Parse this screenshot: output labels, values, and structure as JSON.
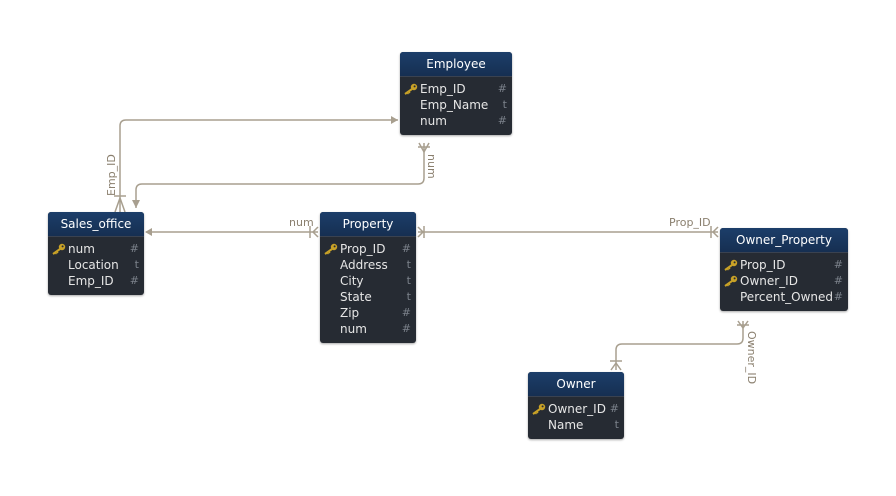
{
  "entities": {
    "employee": {
      "title": "Employee",
      "attrs": [
        {
          "name": "Emp_ID",
          "type": "#",
          "key": true
        },
        {
          "name": "Emp_Name",
          "type": "t",
          "key": false
        },
        {
          "name": "num",
          "type": "#",
          "key": false
        }
      ]
    },
    "sales_office": {
      "title": "Sales_office",
      "attrs": [
        {
          "name": "num",
          "type": "#",
          "key": true
        },
        {
          "name": "Location",
          "type": "t",
          "key": false
        },
        {
          "name": "Emp_ID",
          "type": "#",
          "key": false
        }
      ]
    },
    "property": {
      "title": "Property",
      "attrs": [
        {
          "name": "Prop_ID",
          "type": "#",
          "key": true
        },
        {
          "name": "Address",
          "type": "t",
          "key": false
        },
        {
          "name": "City",
          "type": "t",
          "key": false
        },
        {
          "name": "State",
          "type": "t",
          "key": false
        },
        {
          "name": "Zip",
          "type": "#",
          "key": false
        },
        {
          "name": "num",
          "type": "#",
          "key": false
        }
      ]
    },
    "owner_property": {
      "title": "Owner_Property",
      "attrs": [
        {
          "name": "Prop_ID",
          "type": "#",
          "key": true
        },
        {
          "name": "Owner_ID",
          "type": "#",
          "key": true
        },
        {
          "name": "Percent_Owned",
          "type": "#",
          "key": false
        }
      ]
    },
    "owner": {
      "title": "Owner",
      "attrs": [
        {
          "name": "Owner_ID",
          "type": "#",
          "key": true
        },
        {
          "name": "Name",
          "type": "t",
          "key": false
        }
      ]
    }
  },
  "links": {
    "emp_sales_label": "Emp_ID",
    "sales_emp_label": "num",
    "prop_sales_label": "num",
    "ownprop_prop_label": "Prop_ID",
    "ownprop_owner_label": "Owner_ID"
  },
  "colors": {
    "link": "#a89f8f",
    "header": "#1c3e6a",
    "body": "#262b33",
    "key": "#c9a227"
  }
}
